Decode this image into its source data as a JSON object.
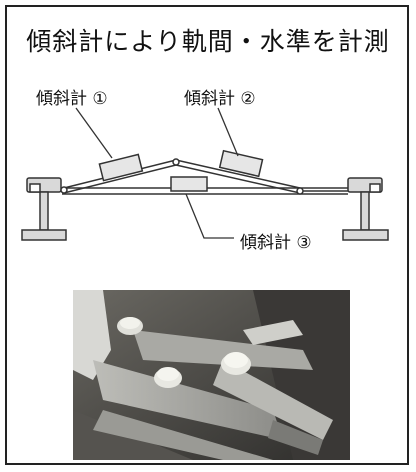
{
  "title": "傾斜計により軌間・水準を計測",
  "labels": {
    "sensor1": "傾斜計 ①",
    "sensor2": "傾斜計 ②",
    "sensor3": "傾斜計 ③"
  },
  "colors": {
    "frame": "#222222",
    "line": "#333333",
    "device_fill": "#e6e6e6",
    "rail_fill": "#d9d9d9",
    "background": "#ffffff"
  }
}
